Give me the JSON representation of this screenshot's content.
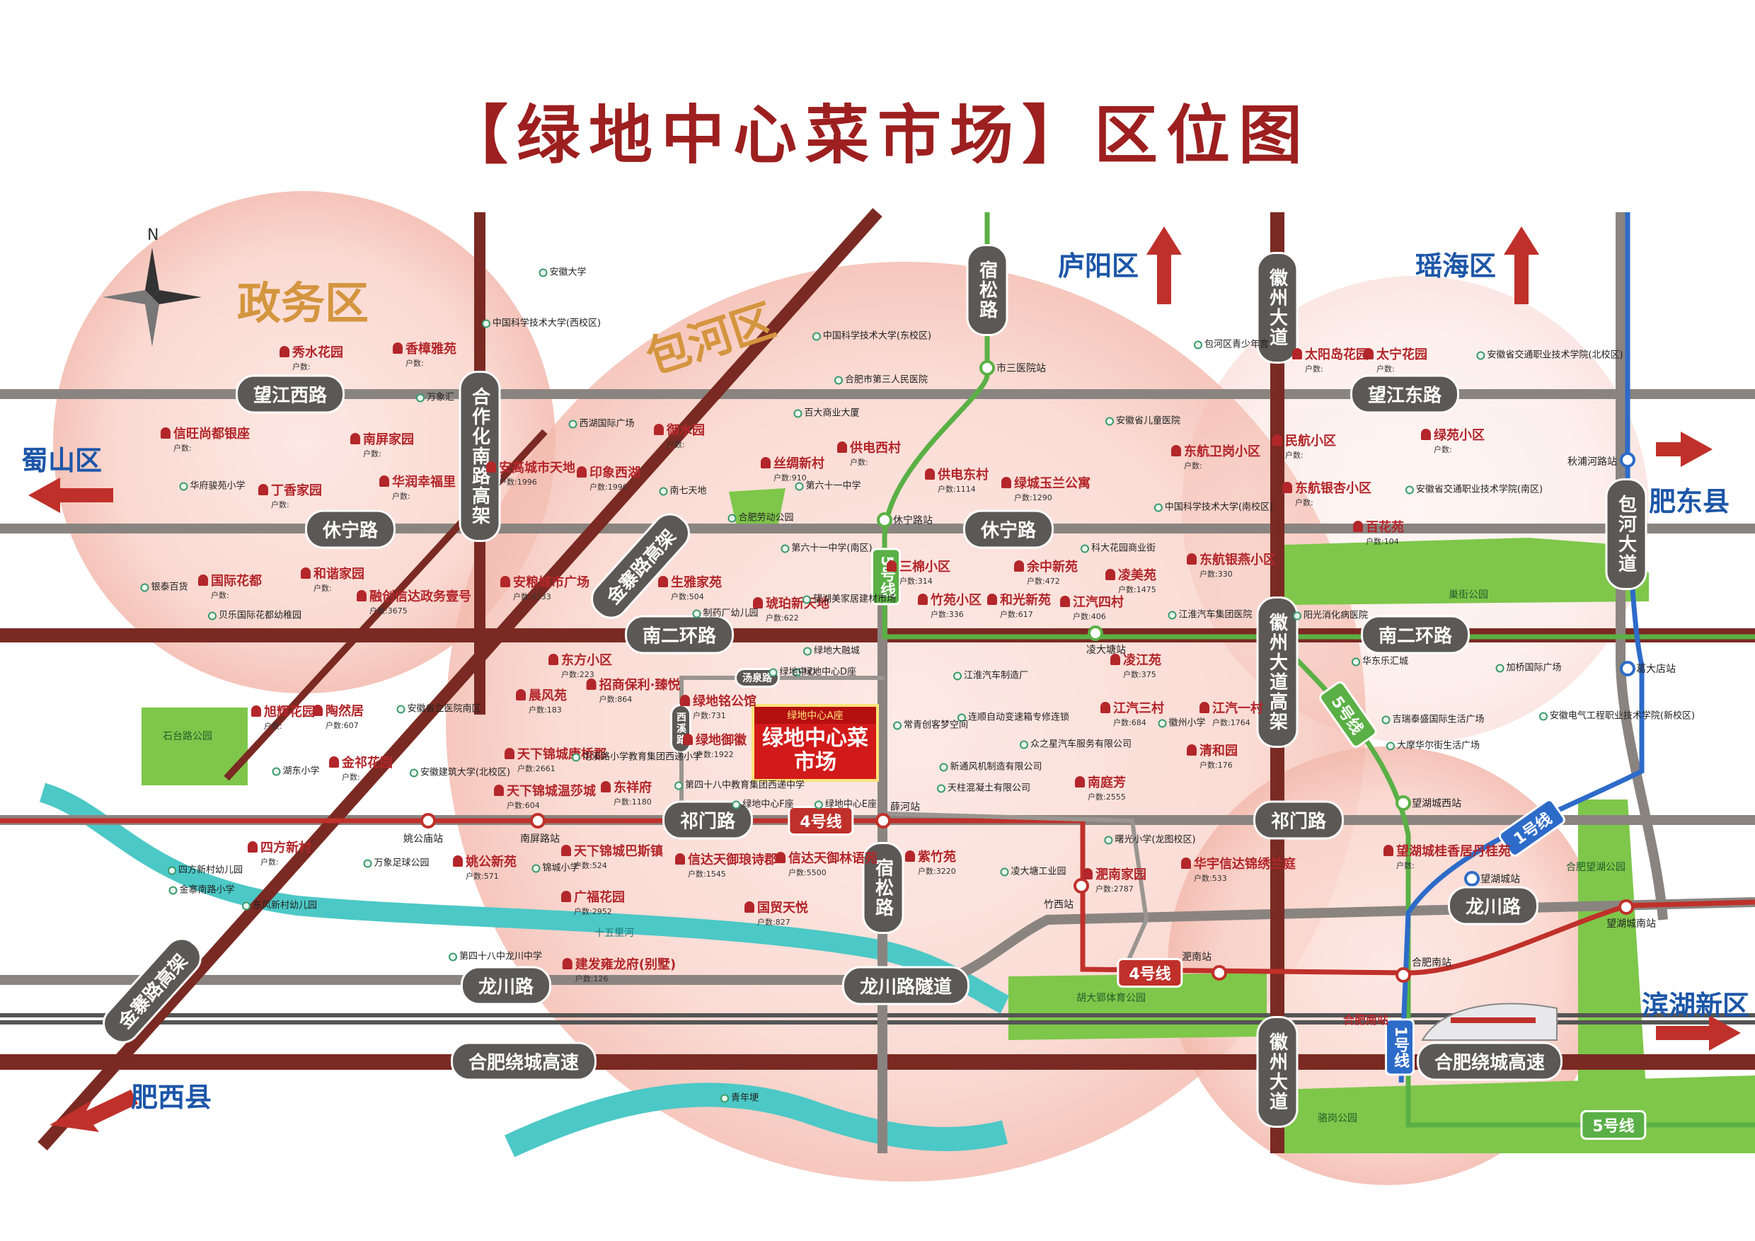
{
  "title": "【绿地中心菜市场】区位图",
  "compass": "N",
  "districts": {
    "zhengwu": "政务区",
    "baohe": "包河区",
    "luyang": "庐阳区",
    "yaohai": "瑶海区",
    "shushan": "蜀山区",
    "feidong": "肥东县",
    "feixi": "肥西县",
    "binhu": "滨湖新区"
  },
  "roads": {
    "wangjiang_west": "望江西路",
    "wangjiang_east": "望江东路",
    "xiuning_w": "休宁路",
    "xiuning_e": "休宁路",
    "nan2_w": "南二环路",
    "nan2_e": "南二环路",
    "qimen_w": "祁门路",
    "qimen_e": "祁门路",
    "longchuan_w": "龙川路",
    "longchuan_e": "龙川路",
    "longchuan_tunnel": "龙川路隧道",
    "ring_w": "合肥绕城高速",
    "ring_e": "合肥绕城高速",
    "hezuohua": "合作化南路高架",
    "susong_n": "宿松路",
    "susong_s": "宿松路",
    "huizhou_n": "徽州大道",
    "huizhou_mid": "徽州大道高架",
    "huizhou_s": "徽州大道",
    "baohe_ave": "包河大道",
    "jinzhai_n": "金寨路高架",
    "jinzhai_s": "金寨路高架",
    "tangquan": "汤泉路",
    "xixi": "西溪路",
    "line4_a": "4号线",
    "line4_b": "4号线",
    "line5_a": "5号线",
    "line5_b": "5号线",
    "line5_c": "5号线",
    "line1_a": "1号线",
    "line1_b": "1号线"
  },
  "center": {
    "sub": "绿地中心A座",
    "main": "绿地中心菜市场"
  },
  "properties": [
    {
      "name": "秀水花园",
      "hh": "户数:"
    },
    {
      "name": "香樟雅苑",
      "hh": "户数:"
    },
    {
      "name": "信旺尚都银座",
      "hh": "户数:"
    },
    {
      "name": "南屏家园",
      "hh": "户数:"
    },
    {
      "name": "丁香家园",
      "hh": "户数:"
    },
    {
      "name": "华润幸福里",
      "hh": "户数:"
    },
    {
      "name": "国际花都",
      "hh": "户数:"
    },
    {
      "name": "和谐家园",
      "hh": "户数:"
    },
    {
      "name": "融创信达政务壹号",
      "hh": "户数:3675"
    },
    {
      "name": "安高城市天地",
      "hh": "户数:1996"
    },
    {
      "name": "印象西湖",
      "hh": "户数:1996"
    },
    {
      "name": "御水园",
      "hh": "户数:"
    },
    {
      "name": "丝绸新村",
      "hh": "户数:910"
    },
    {
      "name": "供电西村",
      "hh": "户数:"
    },
    {
      "name": "供电东村",
      "hh": "户数:1114"
    },
    {
      "name": "绿城玉兰公寓",
      "hh": "户数:1290"
    },
    {
      "name": "东航卫岗小区",
      "hh": "户数:"
    },
    {
      "name": "太阳岛花园",
      "hh": "户数:"
    },
    {
      "name": "太宁花园",
      "hh": "户数:"
    },
    {
      "name": "民航小区",
      "hh": "户数:"
    },
    {
      "name": "东航银杏小区",
      "hh": "户数:"
    },
    {
      "name": "绿苑小区",
      "hh": "户数:"
    },
    {
      "name": "百花苑",
      "hh": "户数:104"
    },
    {
      "name": "安粮城市广场",
      "hh": "户数:4333"
    },
    {
      "name": "生雅家苑",
      "hh": "户数:504"
    },
    {
      "name": "琥珀新天地",
      "hh": "户数:622"
    },
    {
      "name": "三棉小区",
      "hh": "户数:314"
    },
    {
      "name": "余中新苑",
      "hh": "户数:472"
    },
    {
      "name": "凌美苑",
      "hh": "户数:1475"
    },
    {
      "name": "东航银燕小区",
      "hh": "户数:330"
    },
    {
      "name": "竹苑小区",
      "hh": "户数:336"
    },
    {
      "name": "和光新苑",
      "hh": "户数:617"
    },
    {
      "name": "江汽四村",
      "hh": "户数:406"
    },
    {
      "name": "东方小区",
      "hh": "户数:223"
    },
    {
      "name": "招商保利·臻悦",
      "hh": "户数:864"
    },
    {
      "name": "晨风苑",
      "hh": "户数:183"
    },
    {
      "name": "绿地铭公馆",
      "hh": "户数:731"
    },
    {
      "name": "旭辉花园",
      "hh": "户数:"
    },
    {
      "name": "陶然居",
      "hh": "户数:607"
    },
    {
      "name": "天下锦城康桥郡",
      "hh": "户数:2661"
    },
    {
      "name": "绿地御徽",
      "hh": "户数:1922"
    },
    {
      "name": "金祁花园",
      "hh": "户数:"
    },
    {
      "name": "凌江苑",
      "hh": "户数:375"
    },
    {
      "name": "江汽三村",
      "hh": "户数:684"
    },
    {
      "name": "江汽一村",
      "hh": "户数:1764"
    },
    {
      "name": "清和园",
      "hh": "户数:176"
    },
    {
      "name": "南庭芳",
      "hh": "户数:2555"
    },
    {
      "name": "天下锦城温莎城",
      "hh": "户数:604"
    },
    {
      "name": "东祥府",
      "hh": "户数:1180"
    },
    {
      "name": "四方新村",
      "hh": "户数:"
    },
    {
      "name": "姚公新苑",
      "hh": "户数:571"
    },
    {
      "name": "天下锦城巴斯镇",
      "hh": "户数:524"
    },
    {
      "name": "信达天御琅诗郡",
      "hh": "户数:1545"
    },
    {
      "name": "信达天御林语苑",
      "hh": "户数:5500"
    },
    {
      "name": "紫竹苑",
      "hh": "户数:3220"
    },
    {
      "name": "淝南家园",
      "hh": "户数:2787"
    },
    {
      "name": "华宇信达锦绣兰庭",
      "hh": "户数:533"
    },
    {
      "name": "望湖城桂香居丹桂苑",
      "hh": "户数:"
    },
    {
      "name": "广福花园",
      "hh": "户数:2952"
    },
    {
      "name": "国贸天悦",
      "hh": "户数:827"
    },
    {
      "name": "建发雍龙府(别墅)",
      "hh": "户数:126"
    }
  ],
  "pois": [
    "安徽大学",
    "中国科学技术大学(西校区)",
    "中国科学技术大学(东校区)",
    "合肥市第三人民医院",
    "包河区青少年宫",
    "安徽省交通职业技术学院(北校区)",
    "万象汇",
    "西湖国际广场",
    "百大商业大厦",
    "安徽省儿童医院",
    "华府骏苑小学",
    "南七天地",
    "第六十一中学",
    "中国科学技术大学(南校区)",
    "安徽省交通职业技术学院(南区)",
    "合肥劳动公园",
    "第六十一中学(南区)",
    "科大花园商业街",
    "银泰百货",
    "贝乐国际花都幼稚园",
    "制药厂幼儿园",
    "望湖美家居建材市场",
    "江淮汽车集团医院",
    "阳光消化病医院",
    "绿地大融城",
    "绿地中心D座",
    "华东乐汇城",
    "加桥国际广场",
    "安徽省立医院南区",
    "绿地中心",
    "江淮汽车制造厂",
    "连顺自动变速箱专修连锁",
    "常青创客梦空间",
    "吉瑞泰盛国际生活广场",
    "安徽电气工程职业技术学院(新校区)",
    "湖东小学",
    "安徽建筑大学(北校区)",
    "屯溪路小学教育集团西递小学",
    "众之星汽车服务有限公司",
    "大摩华尔街生活广场",
    "徽州小学",
    "新通风机制造有限公司",
    "第四十八中教育集团西递中学",
    "绿地中心F座",
    "绿地中心E座",
    "天柱混凝土有限公司",
    "曙光小学(龙图校区)",
    "四方新村幼儿园",
    "万象足球公园",
    "金寨南路小学",
    "锦城小学",
    "凌大塘工业园",
    "东风新村幼儿园",
    "第四十八中龙川中学",
    "青年埂"
  ],
  "stations": [
    "市三医院站",
    "休宁路站",
    "凌大塘站",
    "秋浦河路站",
    "葛大店站",
    "望湖城西站",
    "望湖城站",
    "望湖城南站",
    "合肥南站",
    "淝南站",
    "竹西站",
    "薛河站",
    "南屏路站",
    "姚公庙站"
  ],
  "parks": [
    "石台路公园",
    "巢街公园",
    "合肥望湖公园",
    "胡大郢体育公园",
    "骆岗公园"
  ],
  "rail_station": "合肥南站",
  "river": "十五里河",
  "colors": {
    "title": "#9d1f1f",
    "road_main": "#7a2a22",
    "road_label": "#5b5855",
    "line4": "#c0302a",
    "line5": "#5ab045",
    "line1": "#2d6bc9",
    "river": "#4cc8c6",
    "circle": "#f5c9c0"
  }
}
